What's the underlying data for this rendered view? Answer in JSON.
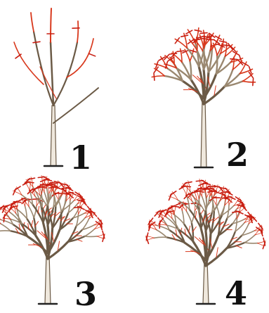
{
  "colors": {
    "wood": "#6b5a46",
    "wood_light": "#9a8870",
    "new_growth": "#d8381c",
    "cut_mark": "#c81e12",
    "number": "#111111"
  },
  "panels": [
    {
      "number": "1",
      "stage": 1
    },
    {
      "number": "2",
      "stage": 2
    },
    {
      "number": "3",
      "stage": 3
    },
    {
      "number": "4",
      "stage": 4
    }
  ]
}
